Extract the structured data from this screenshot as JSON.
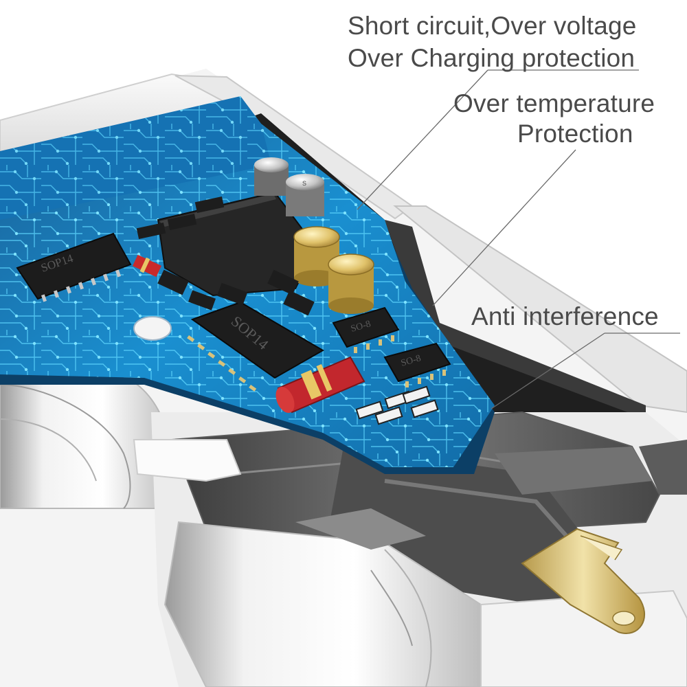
{
  "callouts": {
    "protection_line1": "Short circuit,Over voltage",
    "protection_line2": "Over Charging protection",
    "temperature_line1": "Over temperature",
    "temperature_line2": "Protection",
    "interference": "Anti interference"
  },
  "chip_markings": {
    "sop14_left": "SOP14",
    "sop14_center": "SOP14",
    "so8_top": "SO-8",
    "so8_bottom": "SO-8",
    "cap_top": "S"
  },
  "colors": {
    "pcb_blue": "#1a8fd0",
    "trace_cyan": "#5fd6ff",
    "housing_white": "#eeeeee",
    "housing_gray": "#6d6d6d",
    "contact_gold": "#d8c37e",
    "label_gray": "#4a4a4a"
  }
}
